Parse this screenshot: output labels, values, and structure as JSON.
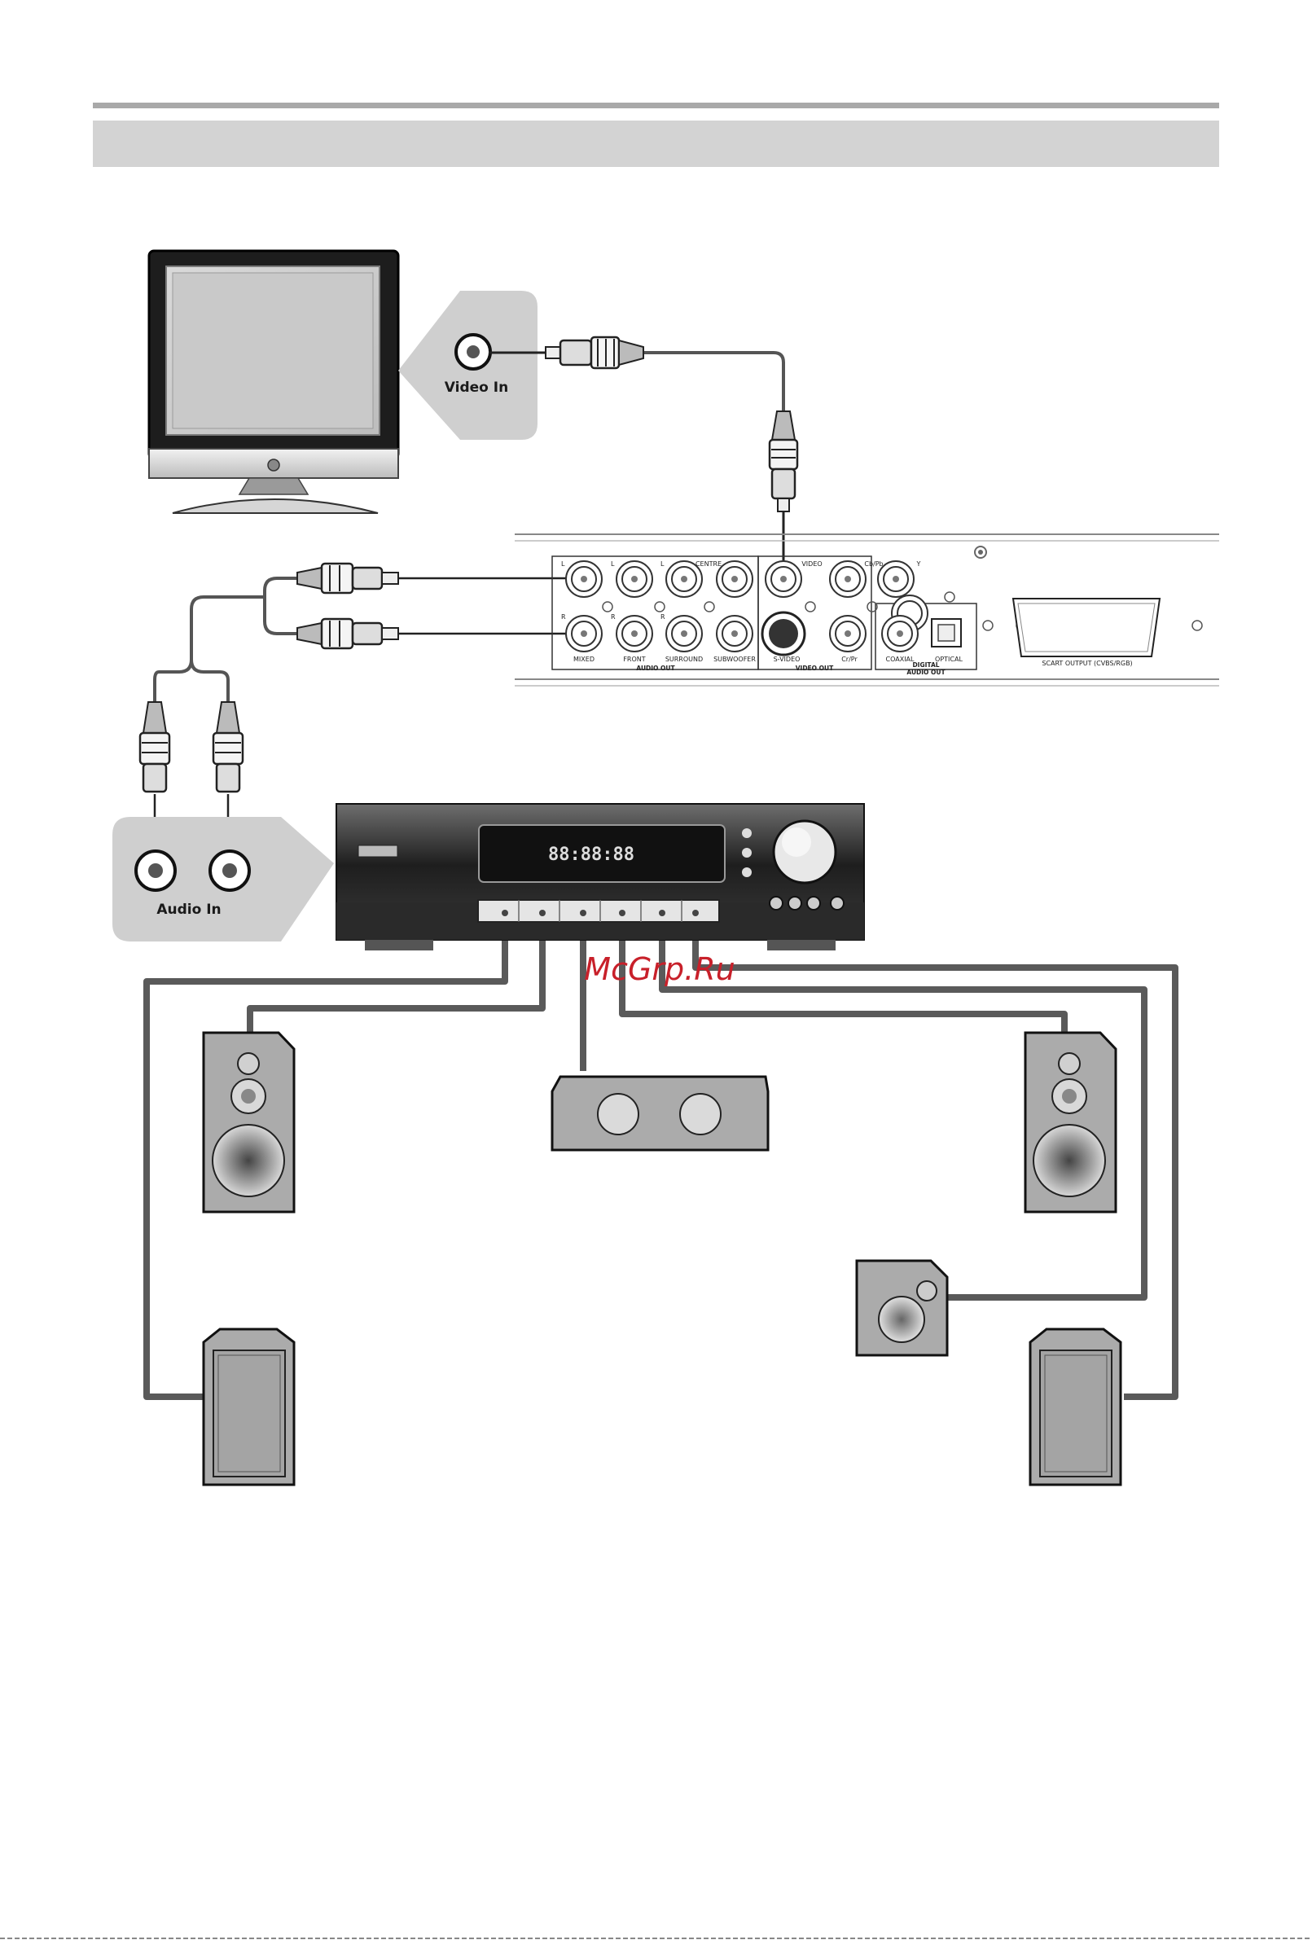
{
  "labels": {
    "video_in": "Video In",
    "audio_in": "Audio In",
    "watermark": "McGrp.Ru",
    "receiver_display": "88:88:88"
  },
  "panel": {
    "row1": [
      "L",
      "L",
      "L",
      "CENTRE",
      "VIDEO",
      "Cb/Pb",
      "Y"
    ],
    "row2": [
      "R",
      "R",
      "R"
    ],
    "bottom": [
      "MIXED",
      "FRONT",
      "SURROUND",
      "SUBWOOFER",
      "S-VIDEO",
      "Cr/Pr",
      "COAXIAL",
      "OPTICAL"
    ],
    "audio_out": "AUDIO OUT",
    "video_out": "VIDEO OUT",
    "digital_audio_out": [
      "DIGITAL",
      "AUDIO OUT"
    ],
    "scart": "SCART OUTPUT (CVBS/RGB)"
  },
  "colors": {
    "cable": "#555555",
    "header_bar": "#d3d3d3",
    "top_rule": "#a9a9a9",
    "callout": "#cfcfcf",
    "watermark": "#c8202a"
  }
}
